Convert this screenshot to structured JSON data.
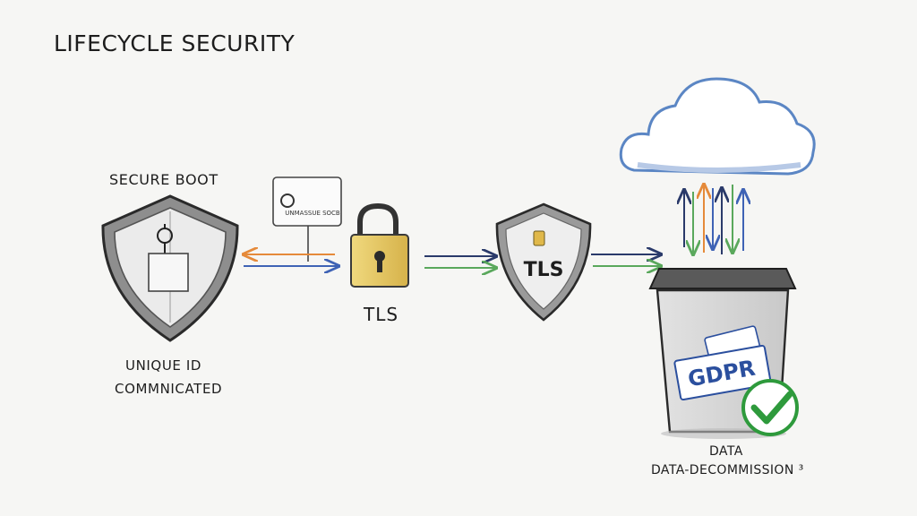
{
  "title": "LIFECYCLE SECURITY",
  "secure_boot": {
    "label": "SECURE BOOT",
    "caption_line1": "UNIQUE ID",
    "caption_line2": "COMMNICATED"
  },
  "certificate": {
    "label": "UNMASSUE SOCB"
  },
  "padlock": {
    "label": "TLS"
  },
  "tls_shield": {
    "label": "TLS"
  },
  "gdpr": {
    "label": "GDPR"
  },
  "decommission": {
    "label_line1": "DATA",
    "label_line2": "DATA-DECOMMISSION ³"
  },
  "colors": {
    "ink": "#1d1d1d",
    "cloud_blue": "#5b86c4",
    "lock_gold": "#e4c45a",
    "arrow_orange": "#e58a3a",
    "arrow_blue": "#3f63b5",
    "arrow_green": "#5aa85c",
    "gdpr_blue": "#2b4f9e",
    "check_green": "#2e9a3c"
  },
  "icons": [
    "shield-icon",
    "certificate-icon",
    "padlock-icon",
    "cloud-icon",
    "trash-bin-icon",
    "checkmark-icon"
  ]
}
